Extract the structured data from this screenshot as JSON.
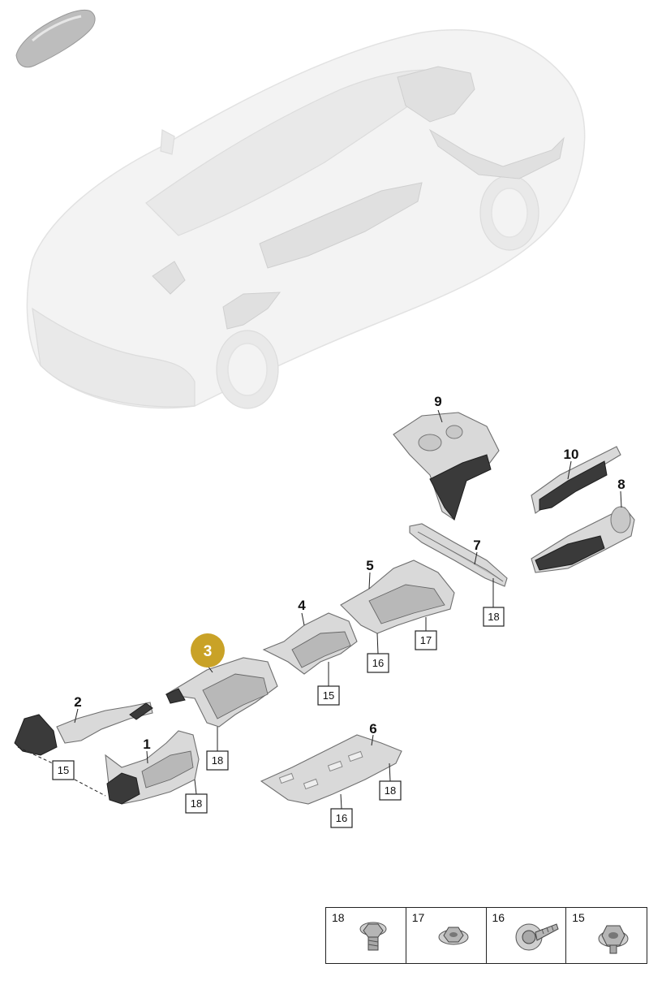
{
  "callouts": [
    {
      "id": "9",
      "label": "9"
    },
    {
      "id": "10",
      "label": "10"
    },
    {
      "id": "8",
      "label": "8"
    },
    {
      "id": "7",
      "label": "7"
    },
    {
      "id": "5",
      "label": "5"
    },
    {
      "id": "4",
      "label": "4"
    },
    {
      "id": "3",
      "label": "3"
    },
    {
      "id": "2",
      "label": "2"
    },
    {
      "id": "1",
      "label": "1"
    },
    {
      "id": "6",
      "label": "6"
    }
  ],
  "references": [
    {
      "id": "ref-18-a",
      "label": "18"
    },
    {
      "id": "ref-17-a",
      "label": "17"
    },
    {
      "id": "ref-16-a",
      "label": "16"
    },
    {
      "id": "ref-15-a",
      "label": "15"
    },
    {
      "id": "ref-18-b",
      "label": "18"
    },
    {
      "id": "ref-15-b",
      "label": "15"
    },
    {
      "id": "ref-18-c",
      "label": "18"
    },
    {
      "id": "ref-18-d",
      "label": "18"
    },
    {
      "id": "ref-16-b",
      "label": "16"
    }
  ],
  "highlight": {
    "label": "3",
    "color": "#c9a227"
  },
  "fasteners": [
    {
      "label": "18",
      "icon": "hex-nut-washer-icon"
    },
    {
      "label": "17",
      "icon": "hex-nut-flange-icon"
    },
    {
      "label": "16",
      "icon": "screw-washer-icon"
    },
    {
      "label": "15",
      "icon": "hex-nut-icon"
    }
  ],
  "colors": {
    "ghost": "#f3f3f3",
    "part": "#d9d9d9",
    "dark": "#3a3a3a",
    "callout_gold": "#c9a227"
  }
}
